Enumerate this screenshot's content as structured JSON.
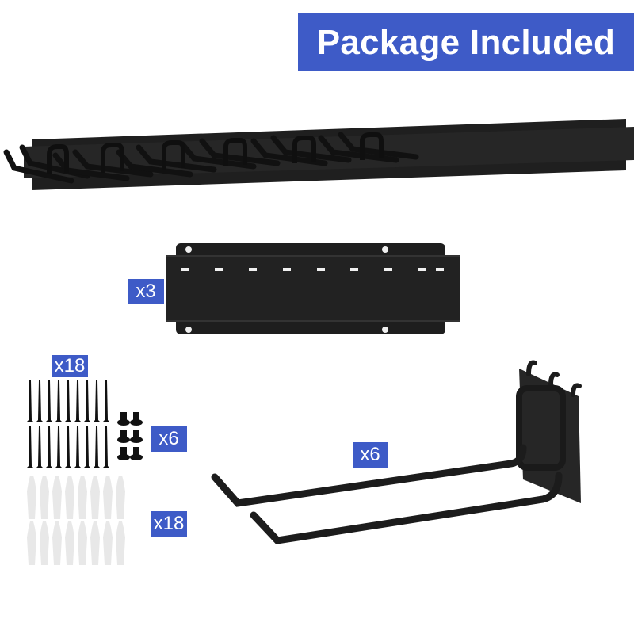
{
  "header": {
    "title": "Package Included"
  },
  "colors": {
    "accent": "#3e5bc7",
    "product": "#1f1f1f",
    "anchor": "#e6e6e6",
    "background": "#ffffff"
  },
  "items": [
    {
      "name": "assembled-rail-with-hooks",
      "badge": ""
    },
    {
      "name": "mounting-rail-plate",
      "badge": "x3"
    },
    {
      "name": "wood-screws",
      "badge": "x18"
    },
    {
      "name": "machine-screws",
      "badge": "x6"
    },
    {
      "name": "wall-anchors",
      "badge": "x18"
    },
    {
      "name": "double-hooks",
      "badge": "x6"
    }
  ]
}
